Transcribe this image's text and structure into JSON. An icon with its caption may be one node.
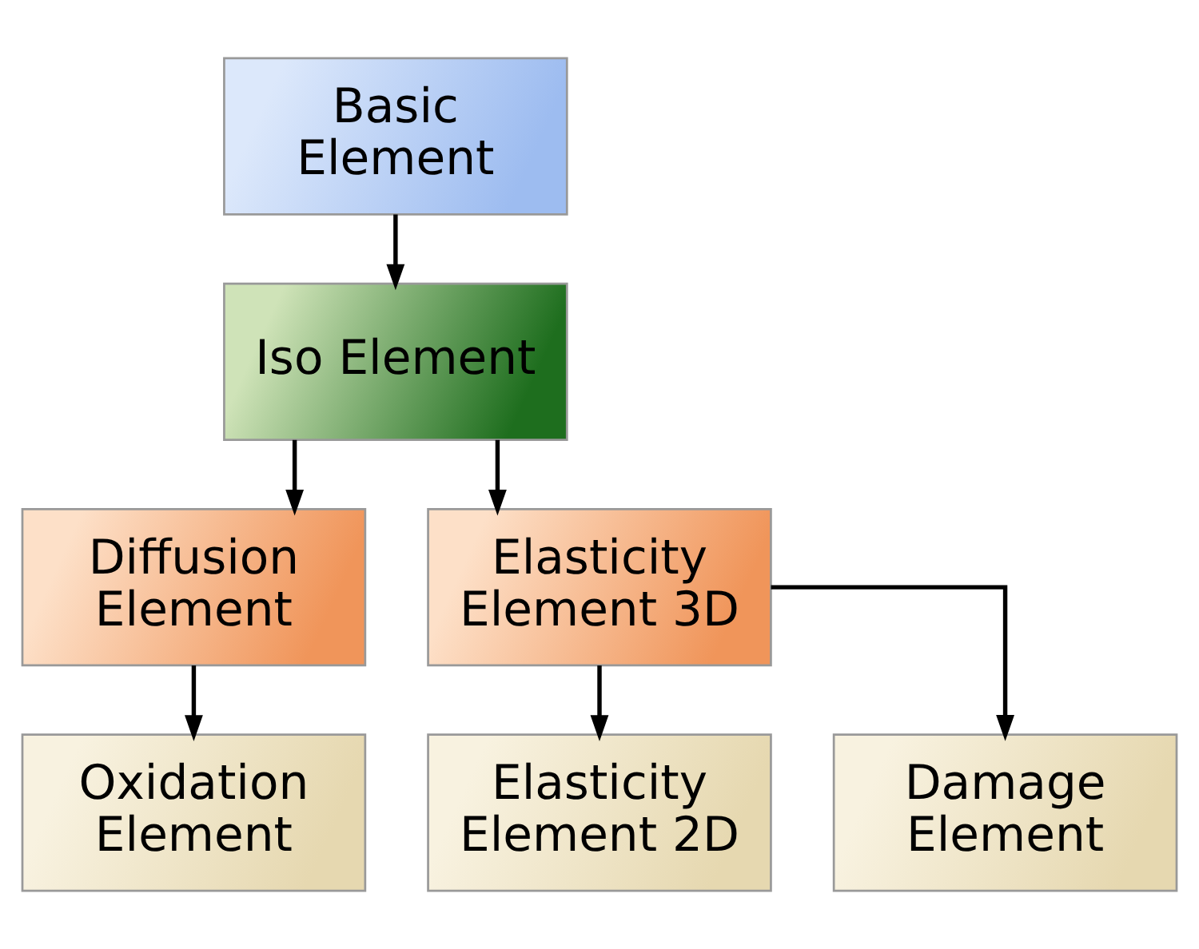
{
  "diagram": {
    "nodes": [
      {
        "text": [
          "Basic Element"
        ]
      },
      {
        "text": [
          "Iso Element"
        ]
      },
      {
        "text": [
          "Diffusion Element"
        ]
      },
      {
        "text": [
          "Elasticity Element 3D"
        ]
      },
      {
        "text": [
          "Oxidation Element"
        ]
      },
      {
        "text": [
          "Elasticity Element 2D"
        ]
      },
      {
        "text": [
          "Damage Element"
        ]
      }
    ],
    "edges": [
      {
        "from": 0,
        "to": 1,
        "arrow": "to"
      },
      {
        "from": 1,
        "to": 2,
        "arrow": "to"
      },
      {
        "from": 1,
        "to": 3,
        "arrow": "to"
      },
      {
        "from": 2,
        "to": 4,
        "arrow": "to"
      },
      {
        "from": 3,
        "to": 5,
        "arrow": "to"
      },
      {
        "from": 3,
        "to": 6,
        "arrow": "to"
      }
    ]
  }
}
